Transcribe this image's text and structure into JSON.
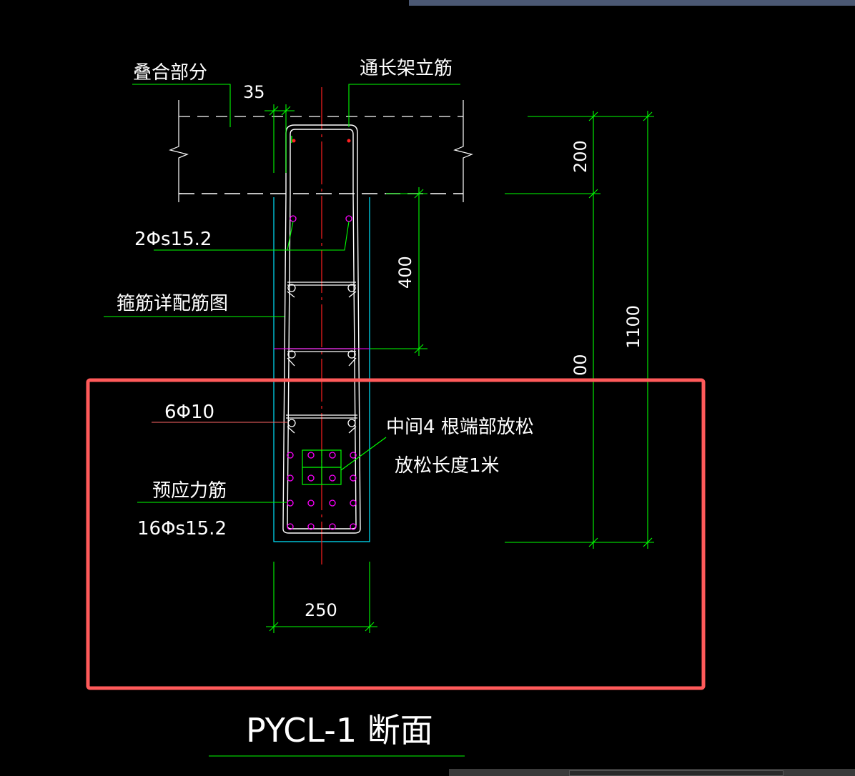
{
  "labels": {
    "composite_part": "叠合部分",
    "through_erection_bar": "通长架立筋",
    "dim_35": "35",
    "strands_top": "2Φs15.2",
    "stirrup_detail": "箍筋详配筋图",
    "stirrups": "6Φ10",
    "middle_release_line1": "中间4 根端部放松",
    "middle_release_line2": "放松长度1米",
    "prestress_bars": "预应力筋",
    "prestress_strands": "16Φs15.2",
    "dim_200": "200",
    "dim_400": "400",
    "dim_1100": "1100",
    "dim_partial": "00",
    "dim_250": "250"
  },
  "title": "PYCL-1 断面",
  "colors": {
    "background": "#000000",
    "dimension_line": "#00ff00",
    "rebar_outline": "#ffffff",
    "centerline": "#ff2020",
    "strand": "#ff00ff",
    "form_outline": "#00e5ff",
    "highlight_box": "#ff5a5a",
    "leader_line": "#ff6666"
  }
}
